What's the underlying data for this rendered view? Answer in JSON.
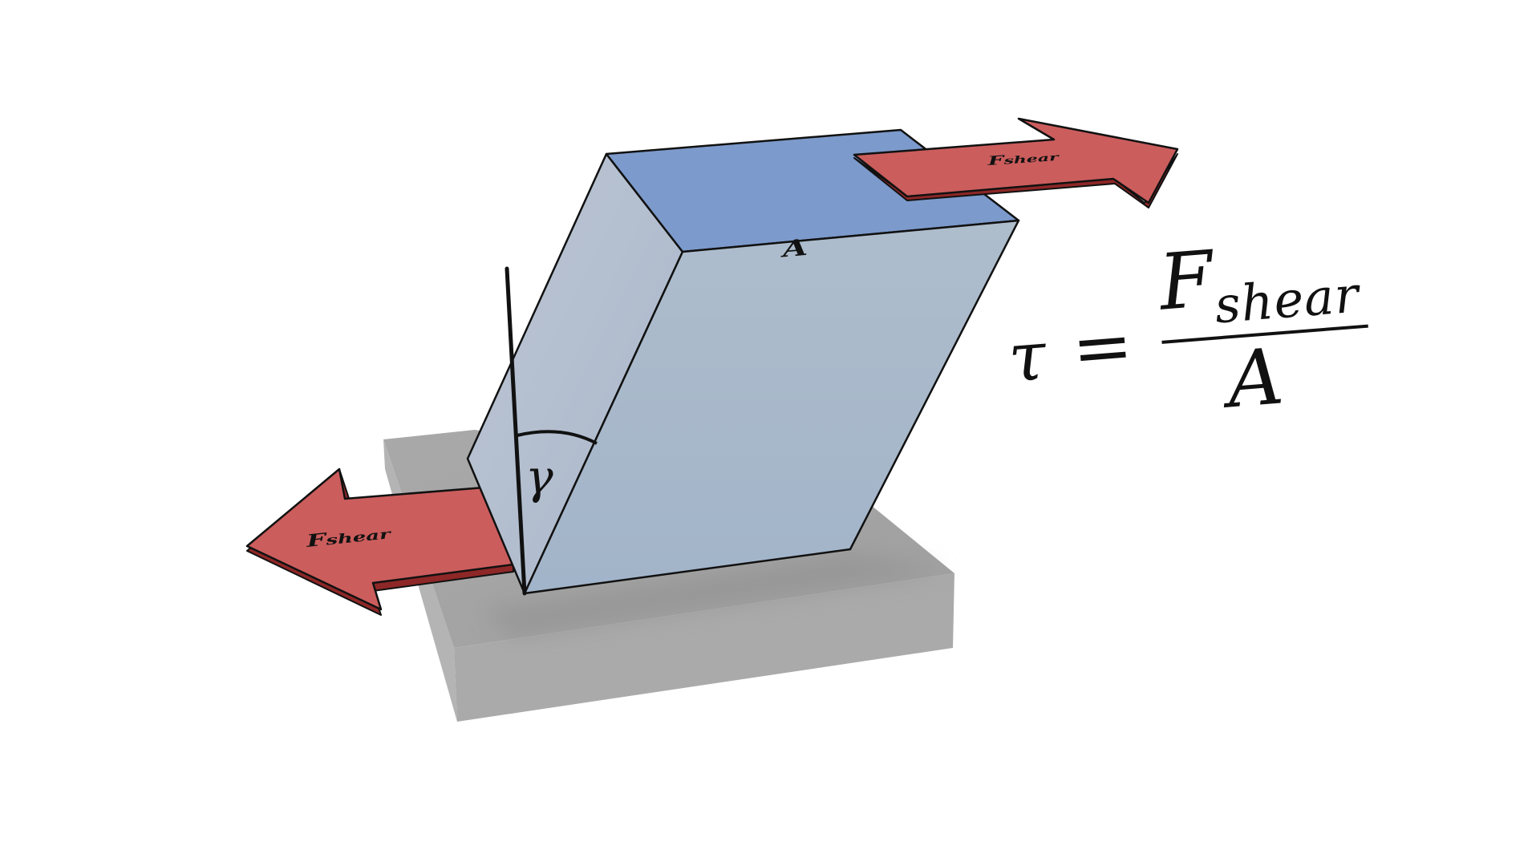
{
  "labels": {
    "area_top": "A",
    "gamma": "γ",
    "arrow_right": {
      "main": "F",
      "sub": "shear"
    },
    "arrow_left": {
      "main": "F",
      "sub": "shear"
    }
  },
  "formula": {
    "lhs": "τ",
    "equals": "=",
    "numerator_main": "F",
    "numerator_sub": "shear",
    "denominator": "A"
  },
  "colors": {
    "block_top": "#7c9acb",
    "block_front": "#a9b9cb",
    "block_side": "#b5c1d0",
    "base_top": "#a3a3a3",
    "base_front": "#aaaaaa",
    "base_side": "#b3b3b3",
    "arrow_fill": "#cc5d5d",
    "arrow_edge": "#8e2727",
    "line": "#111111"
  }
}
